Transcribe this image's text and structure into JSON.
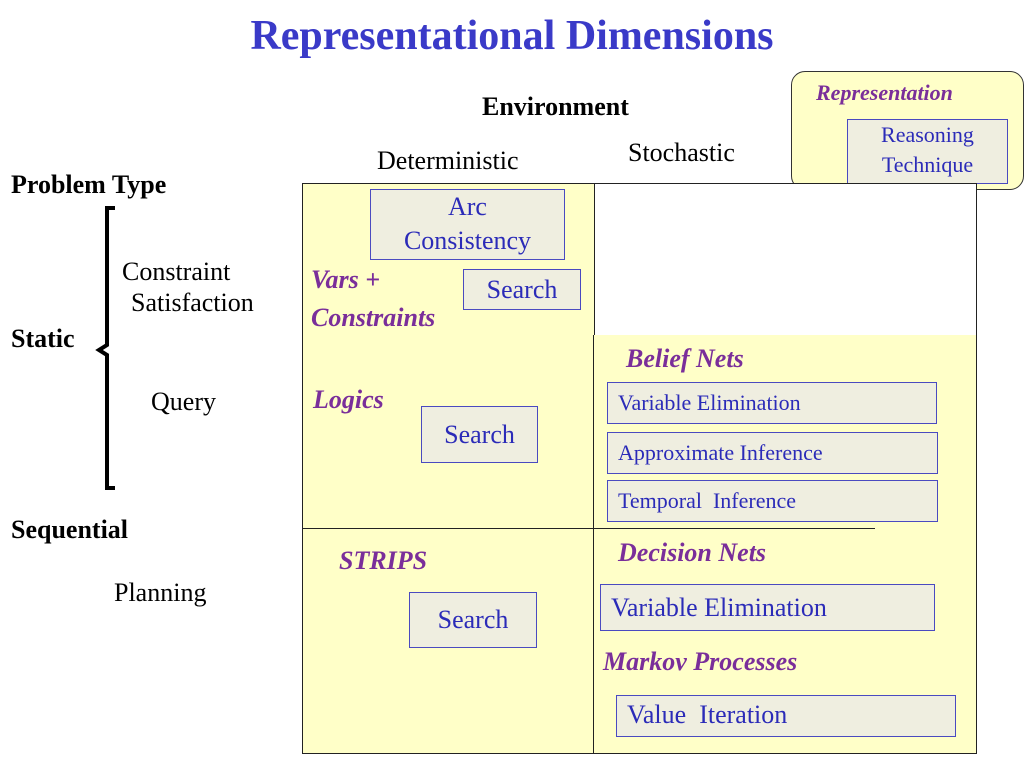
{
  "title": "Representational Dimensions",
  "environment": {
    "label": "Environment",
    "deterministic": "Deterministic",
    "stochastic": "Stochastic"
  },
  "legend": {
    "representation": "Representation",
    "reasoning_line1": "Reasoning",
    "reasoning_line2": "Technique"
  },
  "problem_type": {
    "label": "Problem Type",
    "static": "Static",
    "constraint_line1": "Constraint",
    "constraint_line2": "Satisfaction",
    "query": "Query",
    "sequential": "Sequential",
    "planning": "Planning"
  },
  "cells": {
    "csp": {
      "arc_line1": "Arc",
      "arc_line2": "Consistency",
      "vars_line1": "Vars +",
      "vars_line2": "Constraints",
      "search": "Search"
    },
    "logics": {
      "label": "Logics",
      "search": "Search"
    },
    "belief": {
      "label": "Belief Nets",
      "variable_elimination": "Variable Elimination",
      "approximate_inference": "Approximate Inference",
      "temporal_inference": "Temporal  Inference"
    },
    "strips": {
      "label": "STRIPS",
      "search": "Search"
    },
    "decision": {
      "label": "Decision Nets",
      "variable_elimination": "Variable Elimination",
      "markov": "Markov Processes",
      "value_iteration": "Value  Iteration"
    }
  },
  "colors": {
    "title": "#3a3ac8",
    "emphasis": "#7a2e9a",
    "box_text": "#2b2bb8",
    "cell_fill": "#ffffc8"
  }
}
